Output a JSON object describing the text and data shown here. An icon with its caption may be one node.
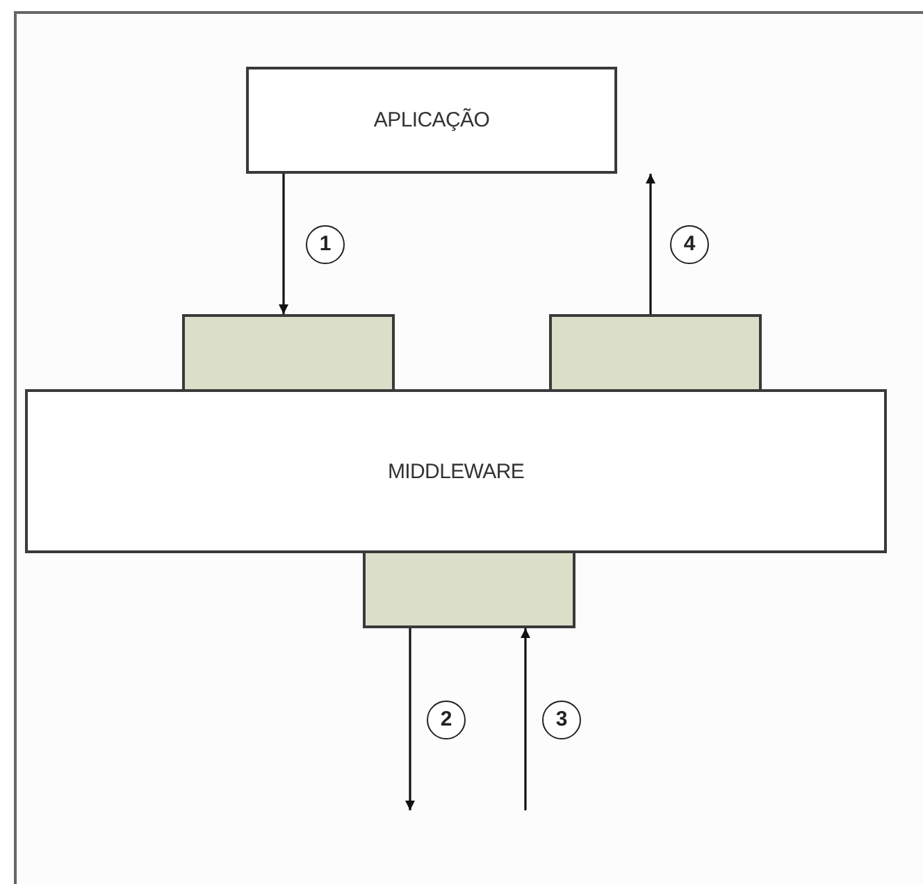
{
  "diagram": {
    "nodes": [
      {
        "text": [
          "APLICAÇÃO"
        ]
      },
      {
        "text": [
          "MIDDLEWARE"
        ]
      },
      {
        "text": [],
        "shape": "box"
      },
      {
        "text": [],
        "shape": "box"
      },
      {
        "text": [],
        "shape": "box"
      }
    ],
    "edges": [
      {
        "from": 0,
        "to": 2,
        "arrow": "to",
        "label": "1"
      },
      {
        "from": 4,
        "to": null,
        "arrow": "to",
        "label": "2"
      },
      {
        "from": null,
        "to": 4,
        "arrow": "to",
        "label": "3"
      },
      {
        "from": 3,
        "to": 0,
        "arrow": "to",
        "label": "4"
      }
    ]
  }
}
